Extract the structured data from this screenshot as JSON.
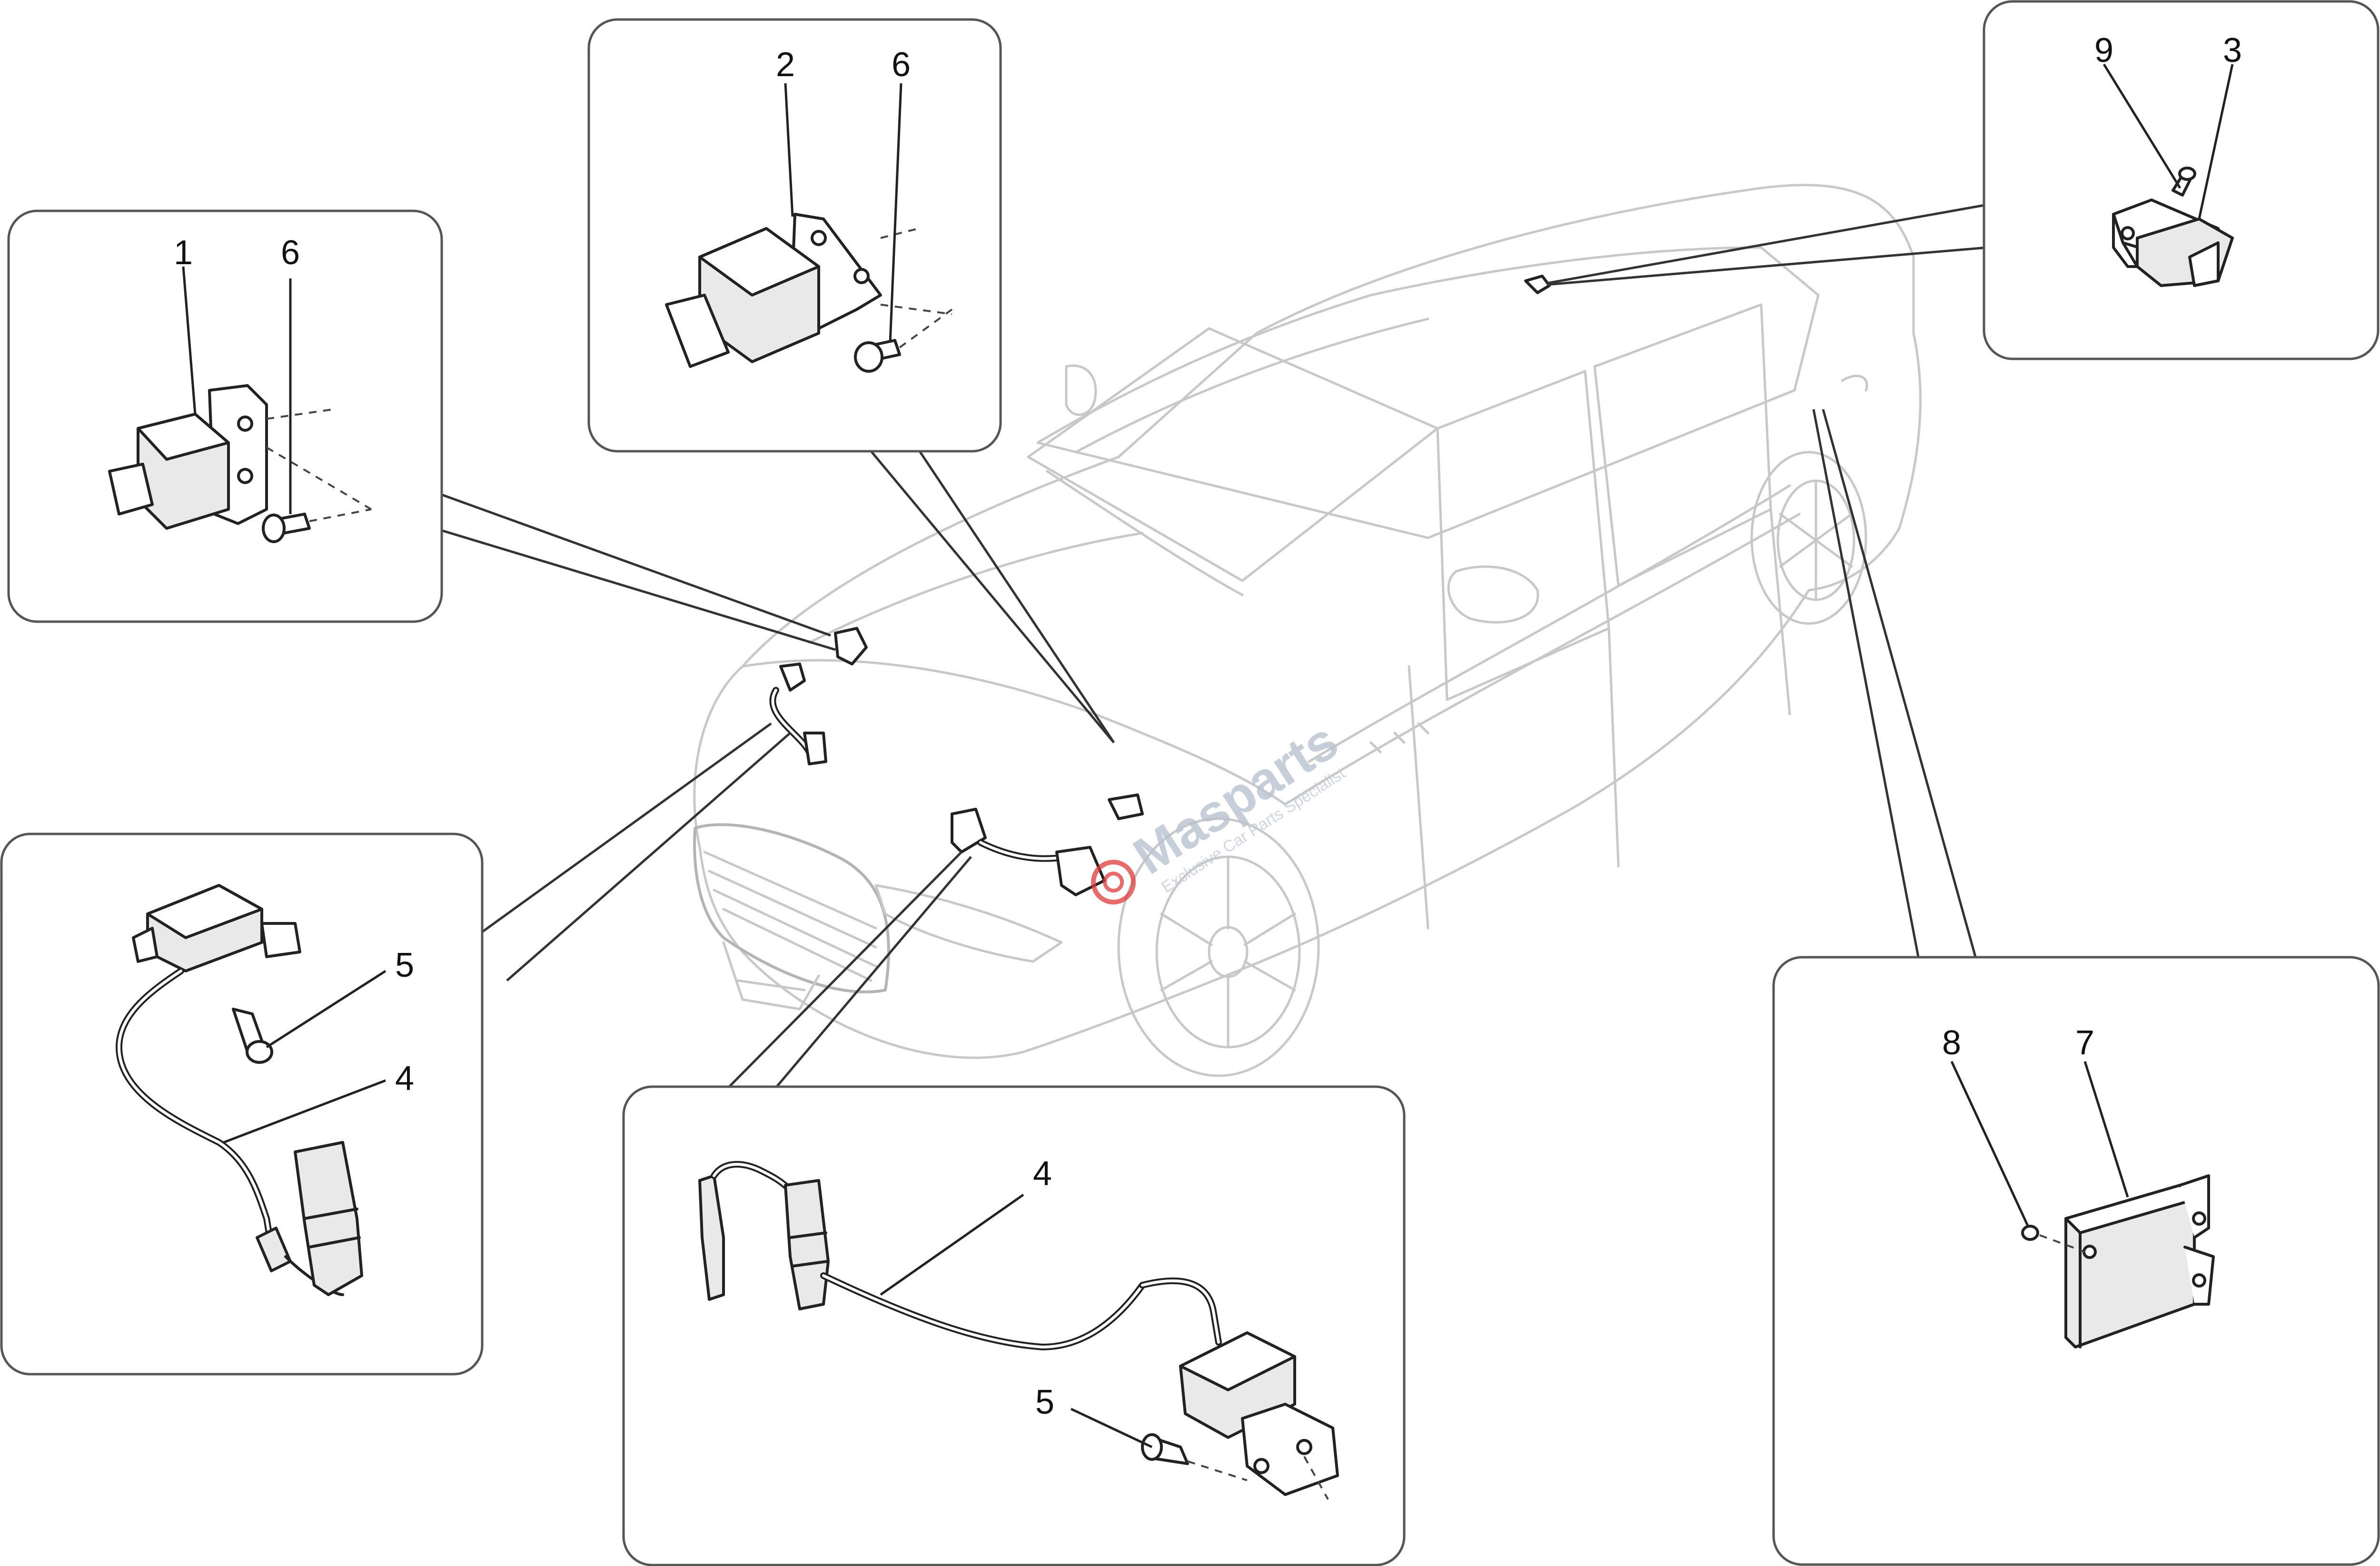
{
  "callouts": {
    "panel_a": {
      "part": "1",
      "screw": "6"
    },
    "panel_b": {
      "part": "2",
      "screw": "6"
    },
    "panel_c": {
      "screw": "9",
      "part": "3"
    },
    "panel_d": {
      "screw": "5",
      "cable": "4"
    },
    "panel_e": {
      "cable": "4",
      "screw": "5"
    },
    "panel_f": {
      "nut": "8",
      "unit": "7"
    }
  },
  "watermark": {
    "brand": "Masparts",
    "tagline": "Exclusive Car Parts Specialist",
    "accent_color": "#e03a3a"
  },
  "colors": {
    "line": "#222222",
    "car_outline": "#c8c8c8",
    "panel_border": "#555555"
  }
}
